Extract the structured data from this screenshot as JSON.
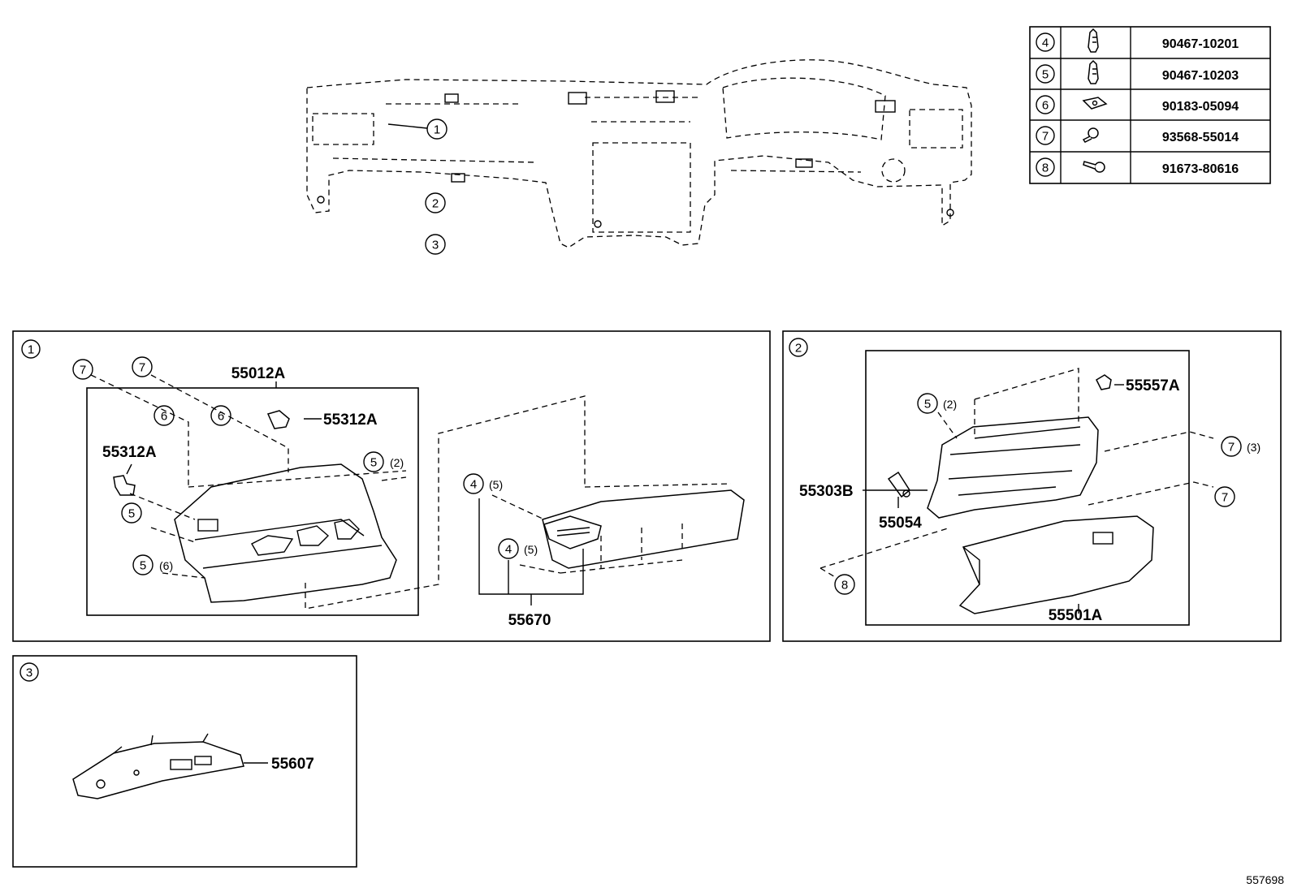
{
  "diagram_id": "557698",
  "fastener_table": [
    {
      "ref": "4",
      "part_no": "90467-10201",
      "icon": "clip-icon"
    },
    {
      "ref": "5",
      "part_no": "90467-10203",
      "icon": "clip-icon"
    },
    {
      "ref": "6",
      "part_no": "90183-05094",
      "icon": "nut-clip-icon"
    },
    {
      "ref": "7",
      "part_no": "93568-55014",
      "icon": "screw-icon"
    },
    {
      "ref": "8",
      "part_no": "91673-80616",
      "icon": "bolt-icon"
    }
  ],
  "overview_callouts": [
    "1",
    "2",
    "3"
  ],
  "panels": {
    "p1": {
      "ref": "1",
      "labels": {
        "upper_panel": "55012A",
        "clip_a": "55312A",
        "clip_b": "55312A",
        "vent": "55670"
      },
      "callouts": [
        {
          "ref": "7",
          "qty": ""
        },
        {
          "ref": "7",
          "qty": ""
        },
        {
          "ref": "6",
          "qty": ""
        },
        {
          "ref": "6",
          "qty": ""
        },
        {
          "ref": "5",
          "qty": "(2)"
        },
        {
          "ref": "5",
          "qty": ""
        },
        {
          "ref": "5",
          "qty": "(6)"
        },
        {
          "ref": "4",
          "qty": "(5)"
        },
        {
          "ref": "4",
          "qty": "(5)"
        }
      ]
    },
    "p2": {
      "ref": "2",
      "labels": {
        "door_frame": "55303B",
        "damper": "55054",
        "stopper": "55557A",
        "glove_door": "55501A"
      },
      "callouts": [
        {
          "ref": "5",
          "qty": "(2)"
        },
        {
          "ref": "7",
          "qty": "(3)"
        },
        {
          "ref": "7",
          "qty": ""
        },
        {
          "ref": "8",
          "qty": ""
        }
      ]
    },
    "p3": {
      "ref": "3",
      "labels": {
        "under_cover": "55607"
      }
    }
  }
}
